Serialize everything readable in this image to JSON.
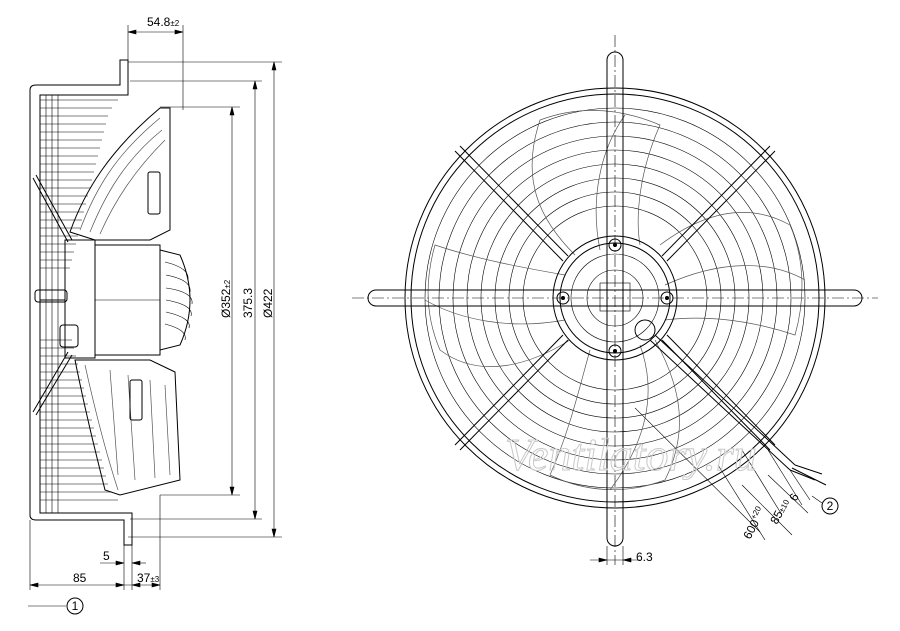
{
  "side_view": {
    "dim_top": "54.8",
    "dim_top_tol": "±2",
    "dim_d1": "Ø352",
    "dim_d1_tol": "±2",
    "dim_d2": "375.3",
    "dim_d3": "Ø422",
    "dim_5": "5",
    "dim_85": "85",
    "dim_37": "37",
    "dim_37_tol": "±3",
    "callout_1": "1"
  },
  "front_view": {
    "dim_6_3": "6.3",
    "dim_6": "6",
    "dim_85": "85",
    "dim_85_tol": "±10",
    "dim_600": "600",
    "dim_600_tol": "+20",
    "callout_2": "2"
  },
  "watermark": "Ventilatory.ru"
}
